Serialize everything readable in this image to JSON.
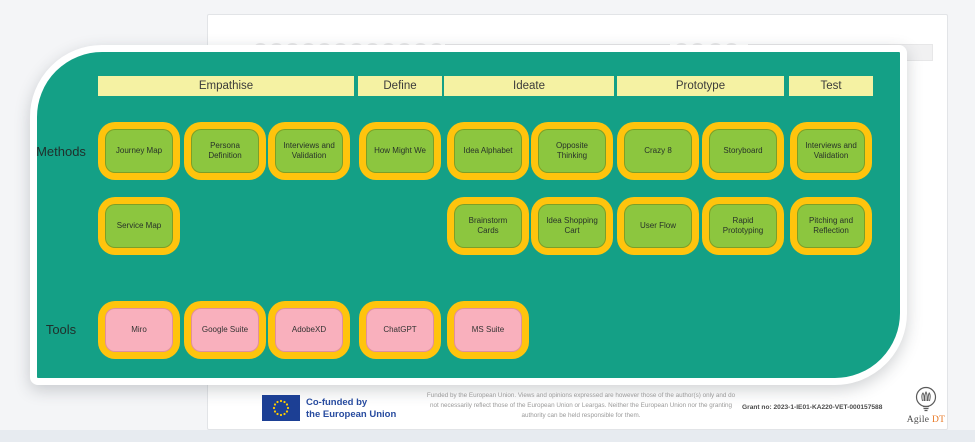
{
  "phases": [
    {
      "label": "Empathise"
    },
    {
      "label": "Define"
    },
    {
      "label": "Ideate"
    },
    {
      "label": "Prototype"
    },
    {
      "label": "Test"
    }
  ],
  "row_labels": {
    "methods": "Methods",
    "tools": "Tools"
  },
  "methods_row1": [
    "Journey Map",
    "Persona Definition",
    "Interviews and Validation",
    "How Might We",
    "Idea Alphabet",
    "Opposite Thinking",
    "Crazy 8",
    "Storyboard",
    "Interviews and Validation"
  ],
  "methods_row2": [
    "Service Map",
    "Brainstorm Cards",
    "Idea Shopping Cart",
    "User Flow",
    "Rapid Prototyping",
    "Pitching and Reflection"
  ],
  "tools": [
    "Miro",
    "Google Suite",
    "AdobeXD",
    "ChatGPT",
    "MS Suite"
  ],
  "footer": {
    "eu_label": "Co-funded by\nthe European Union",
    "disclaimer": "Funded by the European Union. Views and opinions expressed are however those of the author(s) only and do not necessarily reflect those of the European Union or Leargas. Neither the European Union nor the granting authority can be held responsible for them.",
    "grant_no": "Grant no: 2023-1-IE01-KA220-VET-000157588",
    "logo_name": "Agile",
    "logo_suffix": "DT"
  },
  "colors": {
    "board_teal": "#14A086",
    "card_gold": "#FFC40D",
    "method_green": "#8CC63F",
    "tool_pink": "#F9B0BD",
    "phase_yellow": "#F5F2A3",
    "eu_blue": "#274b9f",
    "logo_orange": "#e87722"
  }
}
